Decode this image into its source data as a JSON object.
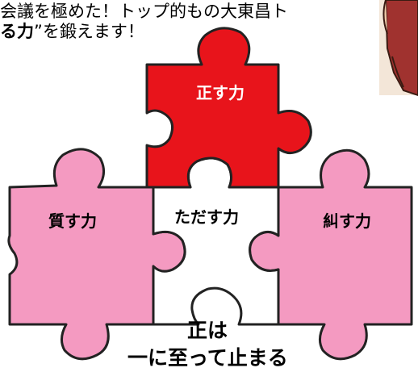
{
  "lead_text": {
    "line1": "会議を極めた！トップ的もの大東昌ト",
    "line2_bold": "る力",
    "line2_rest": "”を鍛えます！"
  },
  "pieces": {
    "top": "正す力",
    "left": "質す力",
    "center": "ただす力",
    "right": "糾す力"
  },
  "motto": {
    "line1": "正は",
    "line2": "一に至って止まる"
  },
  "colors": {
    "red": "#e8141b",
    "pink": "#f49ac1",
    "outline": "#222222"
  }
}
